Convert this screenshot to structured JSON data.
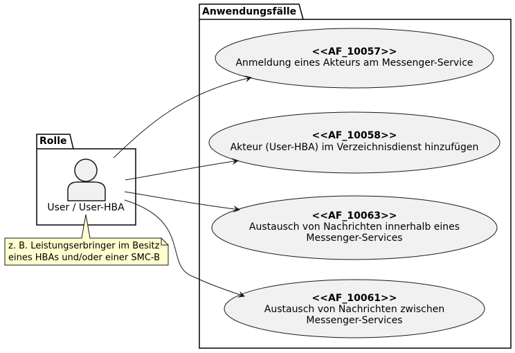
{
  "packages": {
    "role": {
      "title": "Rolle"
    },
    "usecases": {
      "title": "Anwendungsfälle"
    }
  },
  "actor": {
    "label": "User / User-HBA"
  },
  "note": {
    "lines": [
      "z. B. Leistungserbringer im Besitz",
      "eines HBAs und/oder einer SMC-B"
    ]
  },
  "usecases": [
    {
      "id": "<<AF_10057>>",
      "lines": [
        "Anmeldung eines Akteurs am Messenger-Service"
      ]
    },
    {
      "id": "<<AF_10058>>",
      "lines": [
        "Akteur (User-HBA) im Verzeichnisdienst hinzufügen"
      ]
    },
    {
      "id": "<<AF_10063>>",
      "lines": [
        "Austausch von Nachrichten innerhalb eines",
        "Messenger-Services"
      ]
    },
    {
      "id": "<<AF_10061>>",
      "lines": [
        "Austausch von Nachrichten zwischen",
        "Messenger-Services"
      ]
    }
  ],
  "colors": {
    "usecase_fill": "#f1f1f1",
    "note_fill": "#fefece",
    "actor_fill": "#f1f1f1",
    "line": "#181818"
  }
}
